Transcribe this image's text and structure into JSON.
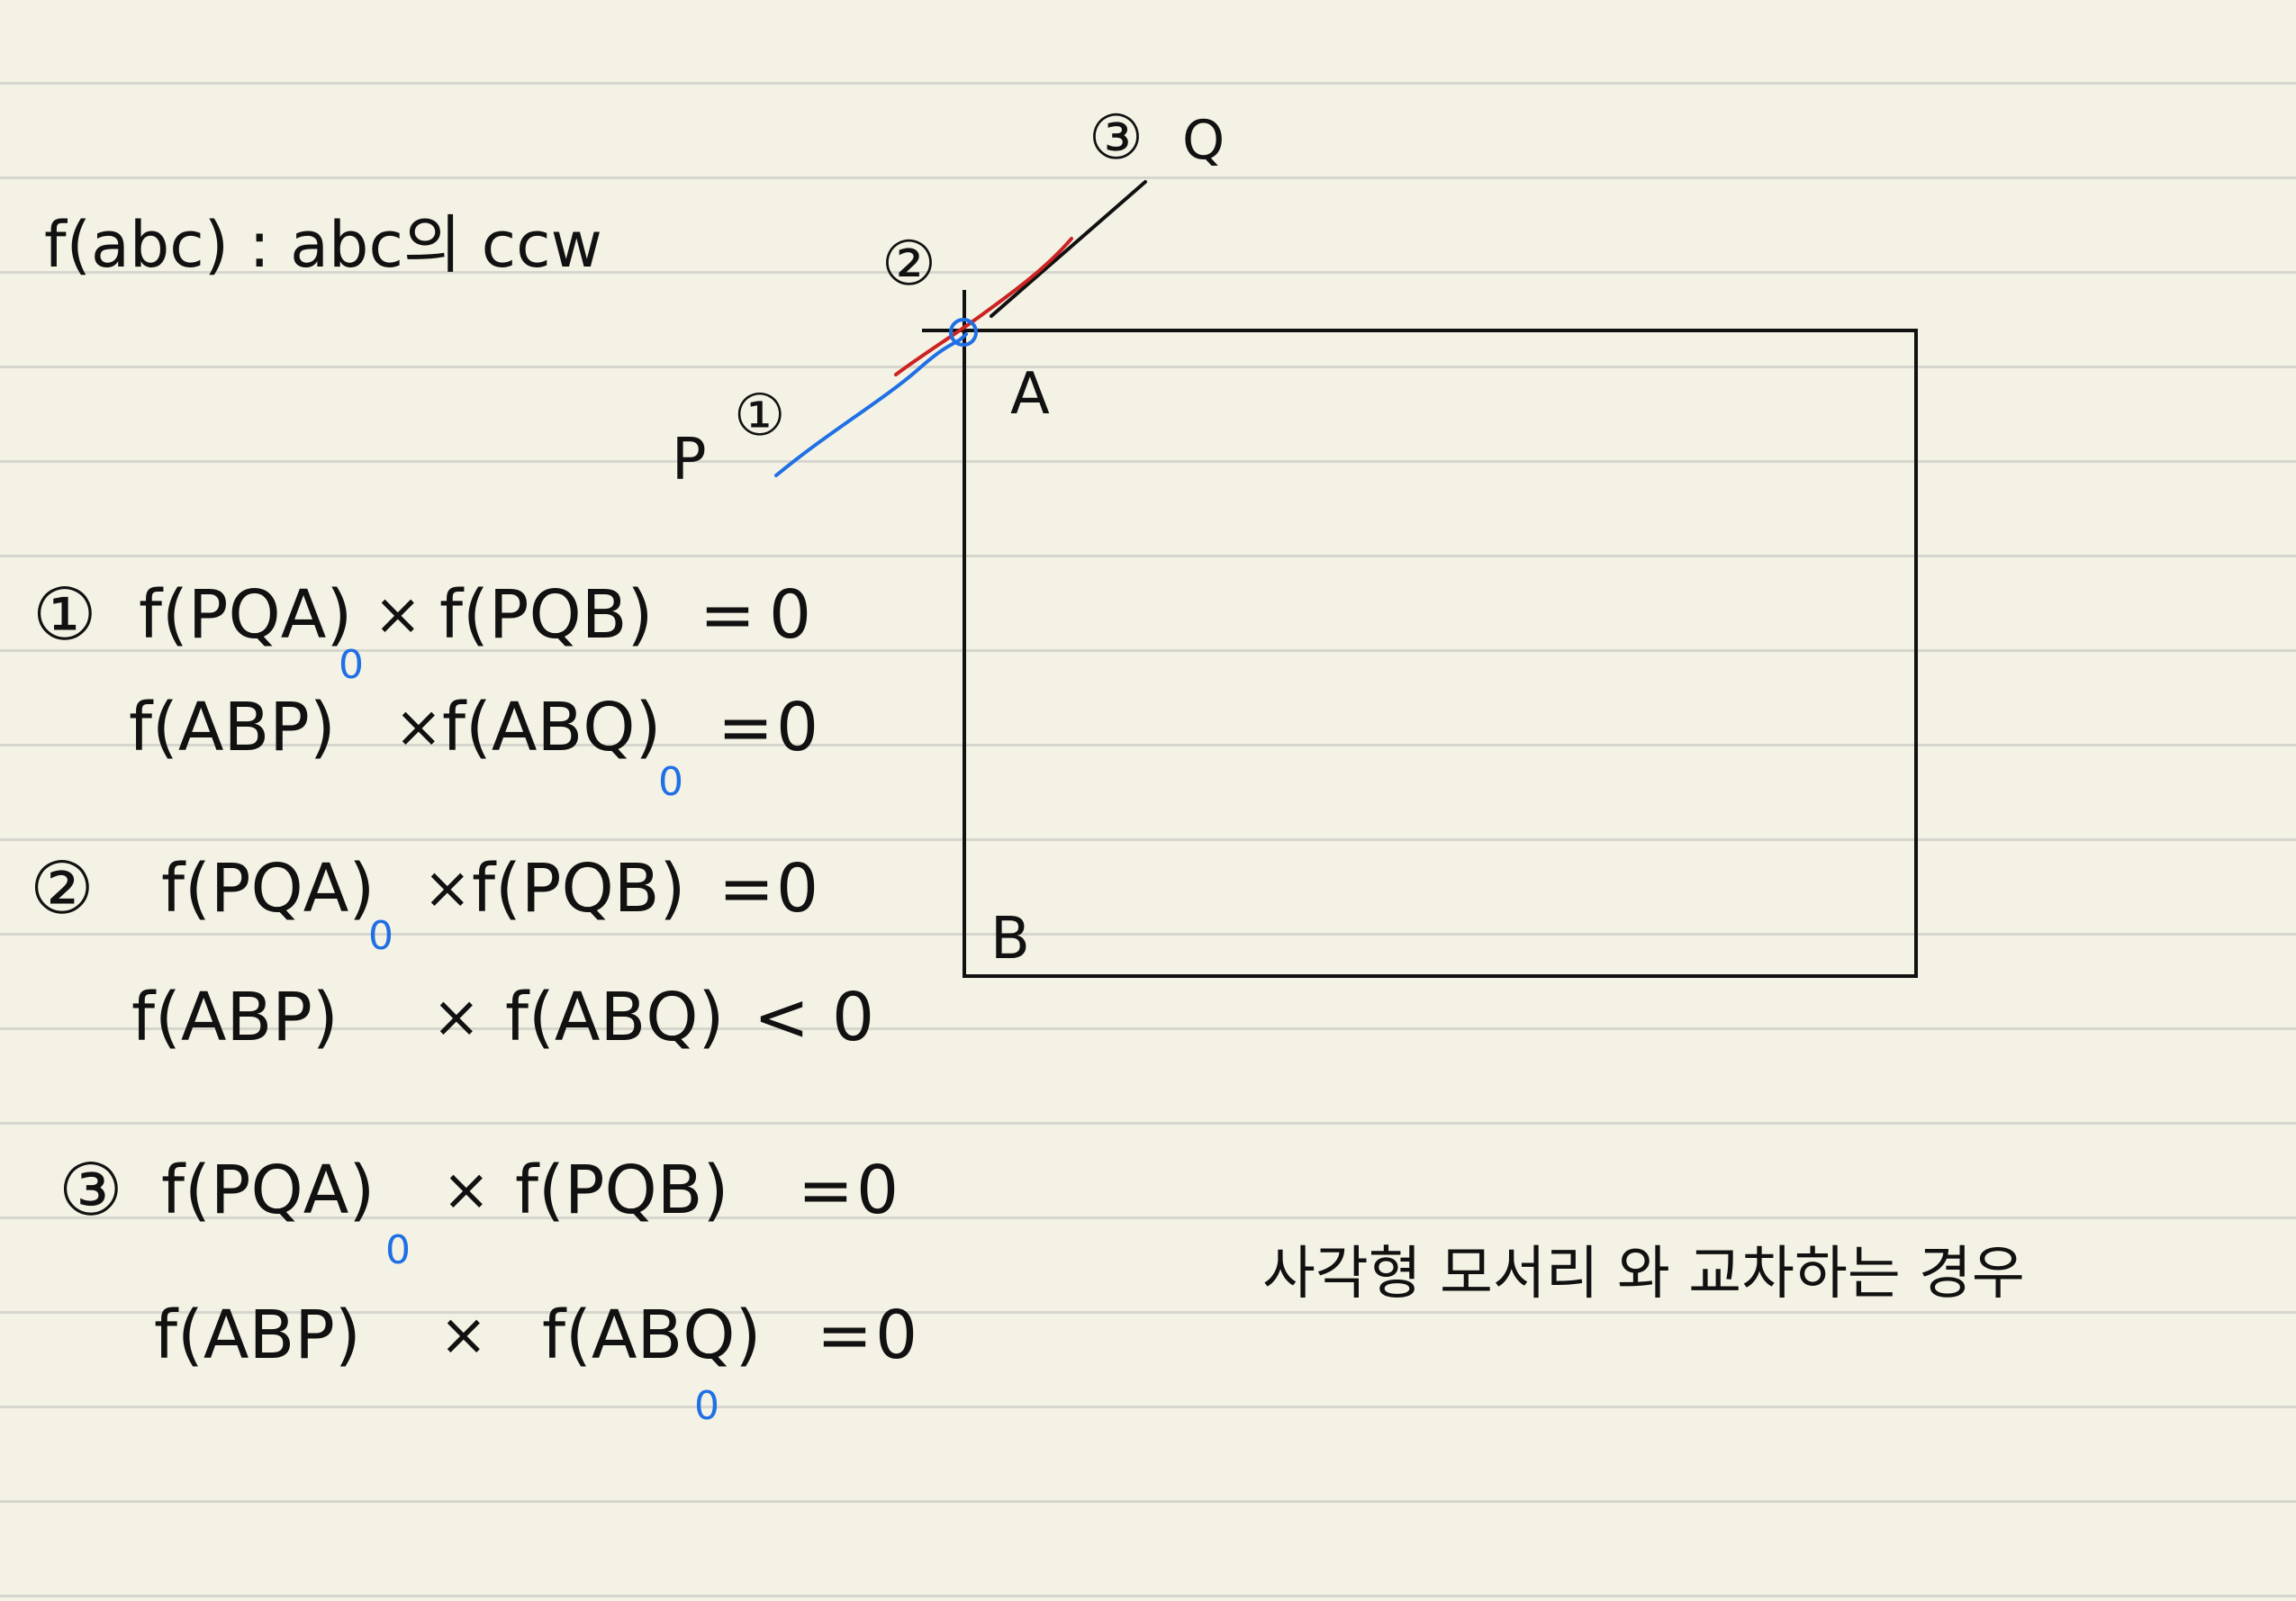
{
  "colors": {
    "paper": "#F4F2E4",
    "rule": "#D6D6CE",
    "ink": "#111111",
    "red_ink": "#CC2222",
    "blue_ink": "#1F6FE5"
  },
  "definition": "f(abc) : abc의 ccw",
  "diagram": {
    "corner_top": "A",
    "corner_bottom": "B",
    "point_p": "P",
    "point_q": "Q",
    "position_1": "①",
    "position_2": "②",
    "position_3": "③"
  },
  "cases": [
    {
      "marker": "①",
      "eq1": {
        "a": "f(PQA)",
        "times": "×",
        "b": "f(PQB)",
        "rel": "=",
        "rhs": "0"
      },
      "eq2": {
        "a": "f(ABP)",
        "times": "×",
        "b": "f(ABQ)",
        "rel": "=",
        "rhs": "0"
      },
      "marks": [
        "0",
        "0"
      ]
    },
    {
      "marker": "②",
      "eq1": {
        "a": "f(PQA)",
        "times": "×",
        "b": "f(PQB)",
        "rel": "=",
        "rhs": "0"
      },
      "eq2": {
        "a": "f(ABP)",
        "times": "×",
        "b": "f(ABQ)",
        "rel": "<",
        "rhs": "0"
      },
      "marks": [
        "0"
      ]
    },
    {
      "marker": "③",
      "eq1": {
        "a": "f(PQA)",
        "times": "×",
        "b": "f(PQB)",
        "rel": "=",
        "rhs": "0"
      },
      "eq2": {
        "a": "f(ABP)",
        "times": "×",
        "b": "f(ABQ)",
        "rel": "=",
        "rhs": "0"
      },
      "marks": [
        "0",
        "0"
      ]
    }
  ],
  "caption": "사각형 모서리 와 교차하는 경우"
}
